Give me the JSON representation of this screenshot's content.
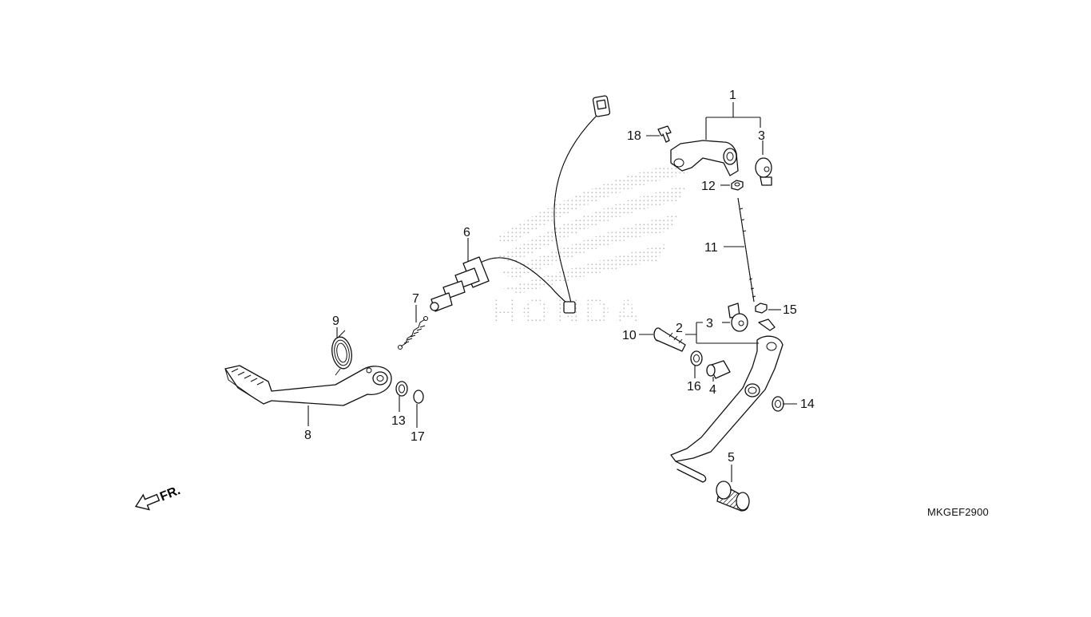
{
  "diagram": {
    "code": "MKGEF2900",
    "front_marker": "FR.",
    "watermark_brand": "HONDA",
    "callouts": {
      "c1": "1",
      "c2": "2",
      "c3a": "3",
      "c3b": "3",
      "c4": "4",
      "c5": "5",
      "c6": "6",
      "c7": "7",
      "c8": "8",
      "c9": "9",
      "c10": "10",
      "c11": "11",
      "c12": "12",
      "c13": "13",
      "c14": "14",
      "c15": "15",
      "c16": "16",
      "c17": "17",
      "c18": "18"
    }
  }
}
